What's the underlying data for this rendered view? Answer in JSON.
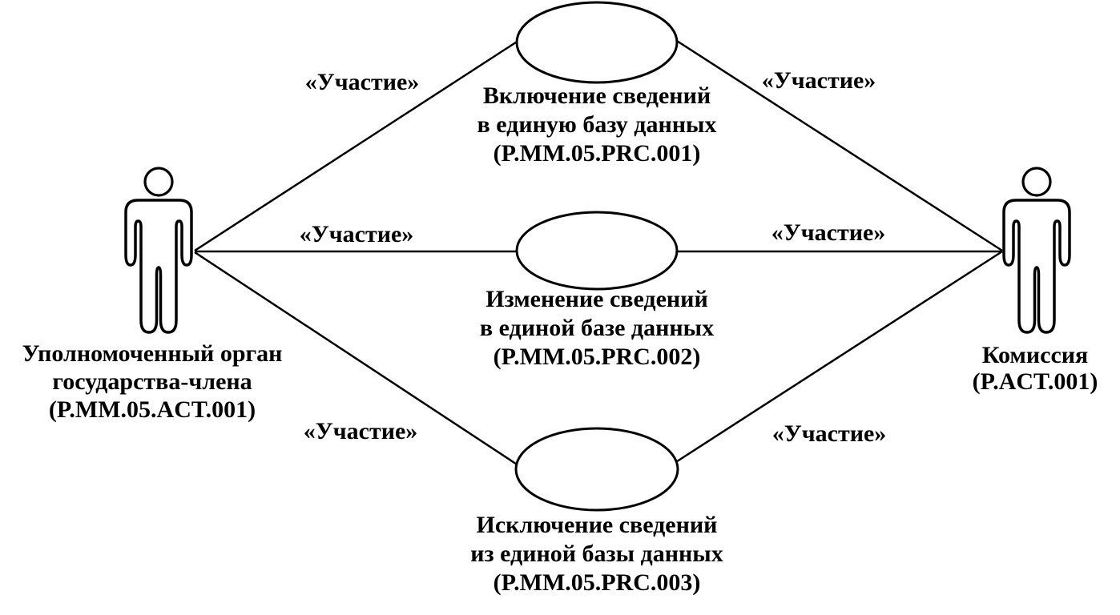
{
  "diagram_title": "",
  "actors": {
    "left": {
      "line1": "Уполномоченный орган",
      "line2": "государства-члена",
      "code": "(P.MM.05.ACT.001)"
    },
    "right": {
      "line1": "Комиссия",
      "code": "(P.ACT.001)"
    }
  },
  "use_cases": {
    "top": {
      "line1": "Включение сведений",
      "line2": "в единую базу данных",
      "code": "(P.MM.05.PRC.001)"
    },
    "middle": {
      "line1": "Изменение сведений",
      "line2": "в единой базе данных",
      "code": "(P.MM.05.PRC.002)"
    },
    "bottom": {
      "line1": "Исключение сведений",
      "line2": "из единой базы данных",
      "code": "(P.MM.05.PRC.003)"
    }
  },
  "associations": {
    "stereotype": "«Участие»"
  },
  "colors": {
    "stroke": "#000000",
    "shape_fill": "#ffffff",
    "text": "#000000",
    "background": "#ffffff"
  }
}
